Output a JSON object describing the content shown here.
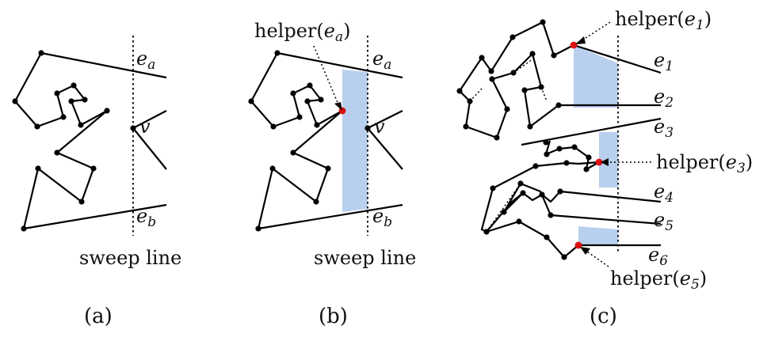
{
  "panel_a": {
    "sweep_label": "sweep line",
    "edge_a": {
      "base": "e",
      "sub": "a"
    },
    "edge_b": {
      "base": "e",
      "sub": "b"
    },
    "vertex": "v",
    "caption": "(a)"
  },
  "panel_b": {
    "helper_label": {
      "prefix": "helper(",
      "base": "e",
      "sub": "a",
      "suffix": ")"
    },
    "sweep_label": "sweep line",
    "edge_a": {
      "base": "e",
      "sub": "a"
    },
    "edge_b": {
      "base": "e",
      "sub": "b"
    },
    "vertex": "v",
    "caption": "(b)"
  },
  "panel_c": {
    "edges": [
      {
        "base": "e",
        "sub": "1"
      },
      {
        "base": "e",
        "sub": "2"
      },
      {
        "base": "e",
        "sub": "3"
      },
      {
        "base": "e",
        "sub": "4"
      },
      {
        "base": "e",
        "sub": "5"
      },
      {
        "base": "e",
        "sub": "6"
      }
    ],
    "helper_1": {
      "prefix": "helper(",
      "base": "e",
      "sub": "1",
      "suffix": ")"
    },
    "helper_3": {
      "prefix": "helper(",
      "base": "e",
      "sub": "3",
      "suffix": ")"
    },
    "helper_5": {
      "prefix": "helper(",
      "base": "e",
      "sub": "5",
      "suffix": ")"
    },
    "caption": "(c)"
  },
  "colors": {
    "band": "#b9cfee",
    "helper_vertex": "#e01010",
    "stroke": "#000000"
  }
}
